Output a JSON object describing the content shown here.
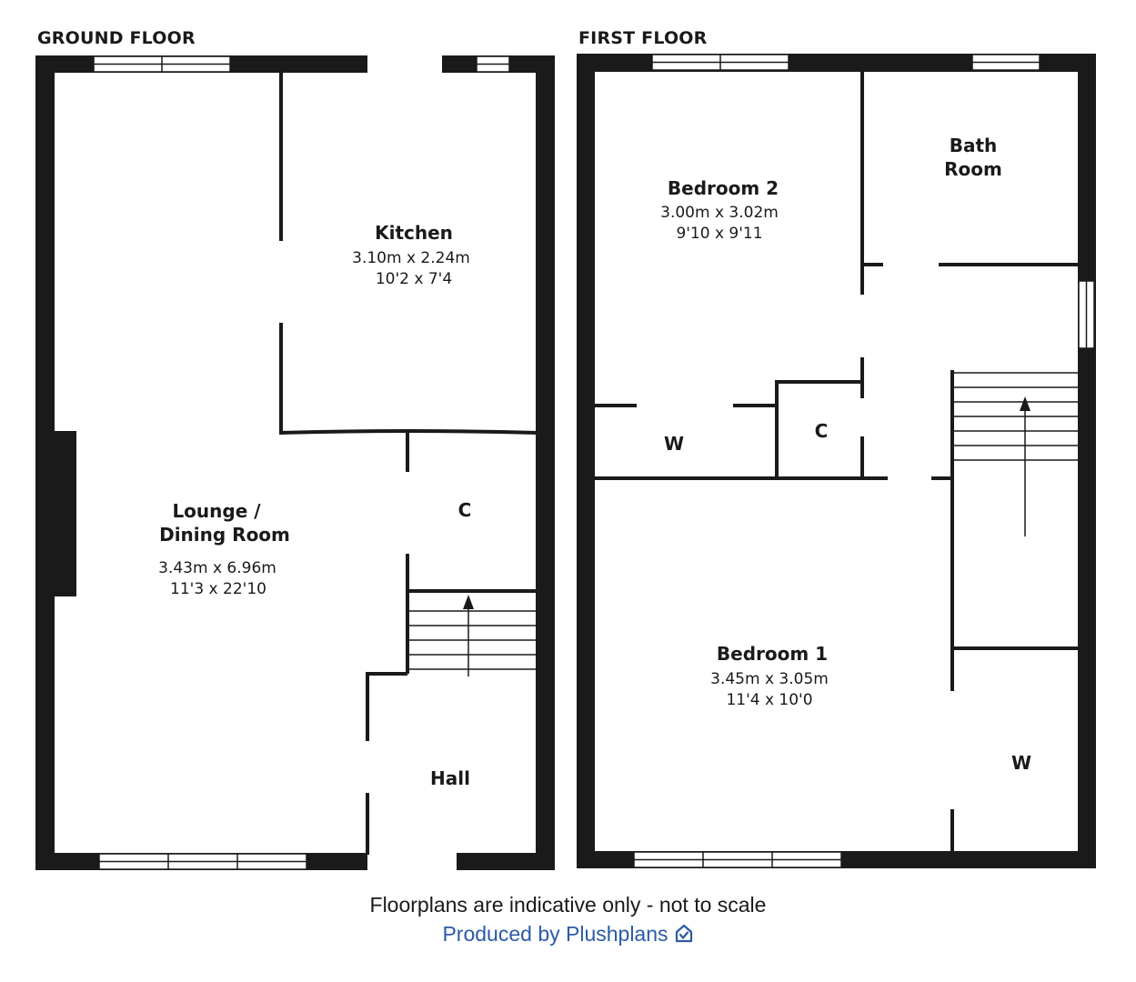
{
  "floors": {
    "ground": {
      "title": "GROUND FLOOR",
      "rooms": {
        "kitchen": {
          "name": "Kitchen",
          "metric": "3.10m x 2.24m",
          "imperial": "10'2 x 7'4"
        },
        "lounge": {
          "name_line1": "Lounge /",
          "name_line2": "Dining Room",
          "metric": "3.43m x 6.96m",
          "imperial": "11'3 x 22'10"
        },
        "cupboard": {
          "name": "C"
        },
        "hall": {
          "name": "Hall"
        }
      }
    },
    "first": {
      "title": "FIRST FLOOR",
      "rooms": {
        "bedroom2": {
          "name": "Bedroom 2",
          "metric": "3.00m x 3.02m",
          "imperial": "9'10 x 9'11"
        },
        "bathroom": {
          "name_line1": "Bath",
          "name_line2": "Room"
        },
        "wardrobe_top": {
          "name": "W"
        },
        "cupboard": {
          "name": "C"
        },
        "bedroom1": {
          "name": "Bedroom 1",
          "metric": "3.45m x 3.05m",
          "imperial": "11'4 x 10'0"
        },
        "wardrobe_bottom": {
          "name": "W"
        }
      }
    }
  },
  "footer": {
    "note": "Floorplans are indicative only - not to scale",
    "credit": "Produced by Plushplans"
  },
  "colors": {
    "wall": "#1a1a1a",
    "credit": "#2b5aa8"
  },
  "icons": {
    "brand": "house-check-icon"
  }
}
